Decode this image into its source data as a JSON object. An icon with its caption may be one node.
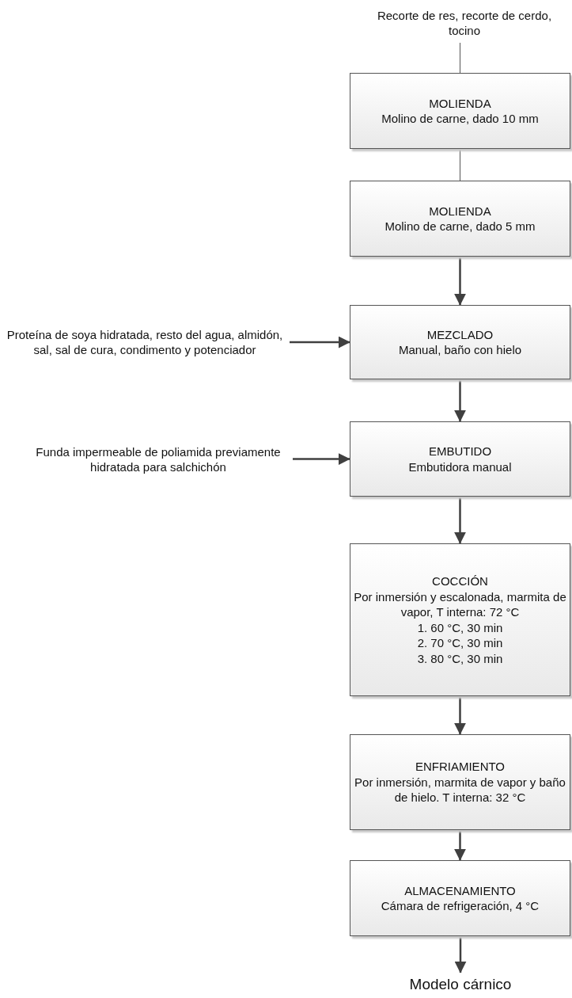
{
  "diagram": {
    "nodes": [
      {
        "text": [
          "Recorte de res, recorte de cerdo, tocino"
        ]
      },
      {
        "text": [
          "MOLIENDA",
          "Molino de carne, dado 10 mm"
        ]
      },
      {
        "text": [
          "MOLIENDA",
          "Molino de carne, dado 5 mm"
        ]
      },
      {
        "text": [
          "Proteína de soya hidratada, resto del agua, almidón,  sal, sal de cura, condimento y potenciador"
        ]
      },
      {
        "text": [
          "MEZCLADO",
          "Manual, baño con hielo"
        ]
      },
      {
        "text": [
          "Funda impermeable de poliamida previamente hidratada para salchichón"
        ]
      },
      {
        "text": [
          "EMBUTIDO",
          "Embutidora manual"
        ]
      },
      {
        "text": [
          "COCCIÓN",
          "Por inmersión y escalonada, marmita de vapor, T interna: 72 °C",
          "1. 60 °C, 30 min",
          "2. 70 °C, 30 min",
          "3. 80 °C, 30 min"
        ]
      },
      {
        "text": [
          "ENFRIAMIENTO",
          "Por inmersión, marmita de vapor y baño de hielo. T interna: 32 °C"
        ]
      },
      {
        "text": [
          "ALMACENAMIENTO",
          "Cámara de refrigeración, 4 °C"
        ]
      },
      {
        "text": [
          "Modelo cárnico"
        ]
      }
    ],
    "edges": [
      {
        "from": 0,
        "to": 1,
        "arrow": "none"
      },
      {
        "from": 1,
        "to": 2,
        "arrow": "none"
      },
      {
        "from": 2,
        "to": 4,
        "arrow": "to"
      },
      {
        "from": 3,
        "to": 4,
        "arrow": "to"
      },
      {
        "from": 4,
        "to": 6,
        "arrow": "to"
      },
      {
        "from": 5,
        "to": 6,
        "arrow": "to"
      },
      {
        "from": 6,
        "to": 7,
        "arrow": "to"
      },
      {
        "from": 7,
        "to": 8,
        "arrow": "to"
      },
      {
        "from": 8,
        "to": 9,
        "arrow": "to"
      },
      {
        "from": 9,
        "to": 10,
        "arrow": "to"
      }
    ]
  }
}
